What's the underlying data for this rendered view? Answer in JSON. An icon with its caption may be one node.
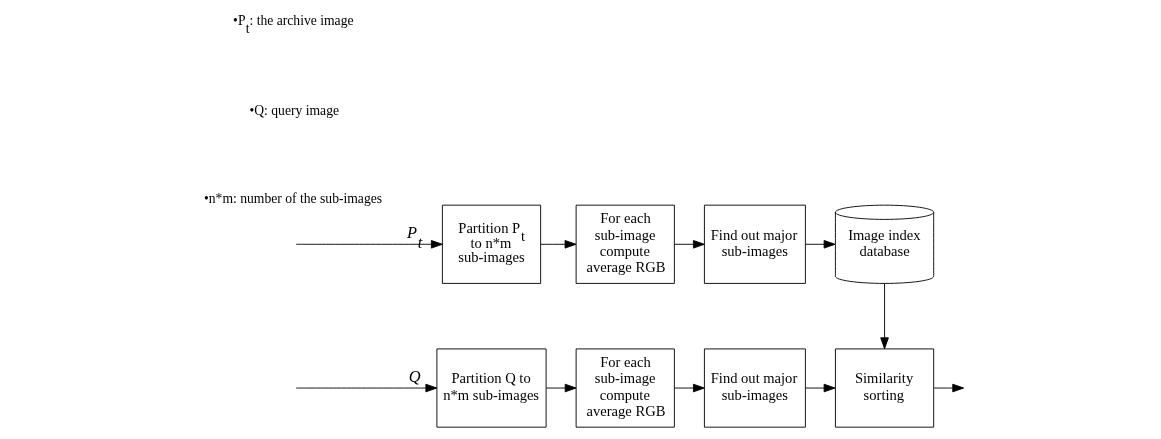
{
  "diagram": {
    "nodes": [
      {
        "text": [
          "Partition P$_{t}$ to n*m sub-images"
        ]
      },
      {
        "text": [
          "For each sub-image compute average RGB"
        ]
      },
      {
        "text": [
          "Find out major sub-images"
        ]
      },
      {
        "text": [
          "Image index database"
        ]
      },
      {
        "text": [
          "Partition Q to n*m sub-images"
        ]
      },
      {
        "text": [
          "For each sub-image compute average RGB"
        ]
      },
      {
        "text": [
          "Find out major sub-images"
        ]
      },
      {
        "text": [
          "Similarity sorting"
        ]
      }
    ],
    "edges": [
      {
        "from": null,
        "to": 0,
        "arrow": "to",
        "label": "P$_{t}$"
      },
      {
        "from": 0,
        "to": 1,
        "arrow": "to"
      },
      {
        "from": 1,
        "to": 2,
        "arrow": "to"
      },
      {
        "from": 2,
        "to": 3,
        "arrow": "to"
      },
      {
        "from": 3,
        "to": 7,
        "arrow": "to"
      },
      {
        "from": null,
        "to": 4,
        "arrow": "to",
        "label": "Q"
      },
      {
        "from": 4,
        "to": 5,
        "arrow": "to"
      },
      {
        "from": 5,
        "to": 6,
        "arrow": "to"
      },
      {
        "from": 6,
        "to": 7,
        "arrow": "to"
      },
      {
        "from": 7,
        "to": null,
        "arrow": "to"
      }
    ],
    "labels": [
      "•P$_{t}$: the archive image",
      "•Q: query image",
      "•n*m: number of the sub-images"
    ]
  }
}
